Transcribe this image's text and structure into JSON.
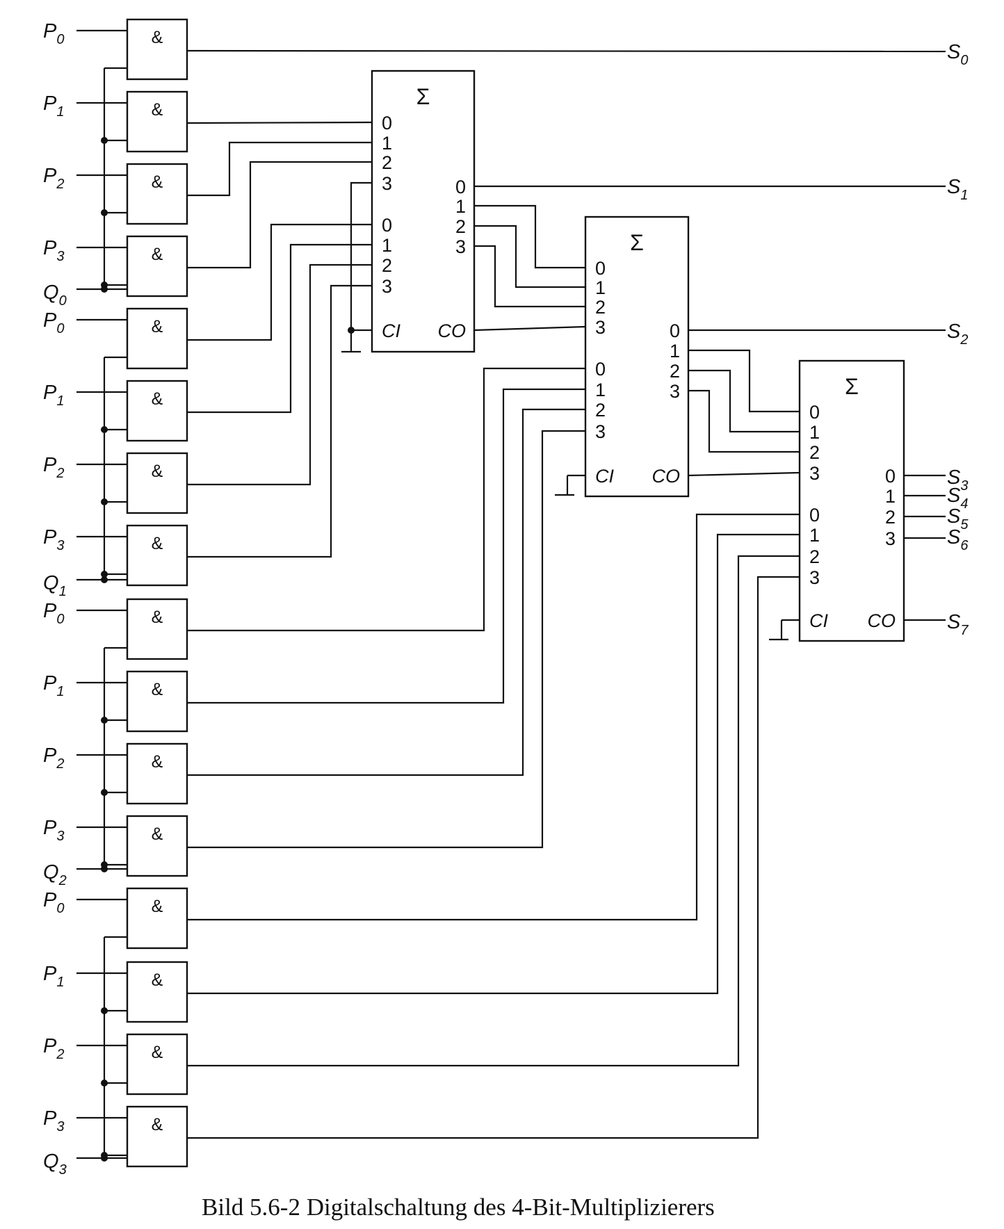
{
  "caption": "Bild 5.6-2 Digitalschaltung des 4-Bit-Multiplizierers",
  "gate_symbol": "&",
  "adder_symbol": "Σ",
  "adder_carry_in": "CI",
  "adder_carry_out": "CO",
  "pin_numbers": [
    "0",
    "1",
    "2",
    "3"
  ],
  "groups": [
    {
      "p_inputs": [
        {
          "base": "P",
          "sub": "0"
        },
        {
          "base": "P",
          "sub": "1"
        },
        {
          "base": "P",
          "sub": "2"
        },
        {
          "base": "P",
          "sub": "3"
        }
      ],
      "q_input": {
        "base": "Q",
        "sub": "0"
      }
    },
    {
      "p_inputs": [
        {
          "base": "P",
          "sub": "0"
        },
        {
          "base": "P",
          "sub": "1"
        },
        {
          "base": "P",
          "sub": "2"
        },
        {
          "base": "P",
          "sub": "3"
        }
      ],
      "q_input": {
        "base": "Q",
        "sub": "1"
      }
    },
    {
      "p_inputs": [
        {
          "base": "P",
          "sub": "0"
        },
        {
          "base": "P",
          "sub": "1"
        },
        {
          "base": "P",
          "sub": "2"
        },
        {
          "base": "P",
          "sub": "3"
        }
      ],
      "q_input": {
        "base": "Q",
        "sub": "2"
      }
    },
    {
      "p_inputs": [
        {
          "base": "P",
          "sub": "0"
        },
        {
          "base": "P",
          "sub": "1"
        },
        {
          "base": "P",
          "sub": "2"
        },
        {
          "base": "P",
          "sub": "3"
        }
      ],
      "q_input": {
        "base": "Q",
        "sub": "3"
      }
    }
  ],
  "outputs": [
    {
      "base": "S",
      "sub": "0"
    },
    {
      "base": "S",
      "sub": "1"
    },
    {
      "base": "S",
      "sub": "2"
    },
    {
      "base": "S",
      "sub": "3"
    },
    {
      "base": "S",
      "sub": "4"
    },
    {
      "base": "S",
      "sub": "5"
    },
    {
      "base": "S",
      "sub": "6"
    },
    {
      "base": "S",
      "sub": "7"
    }
  ]
}
